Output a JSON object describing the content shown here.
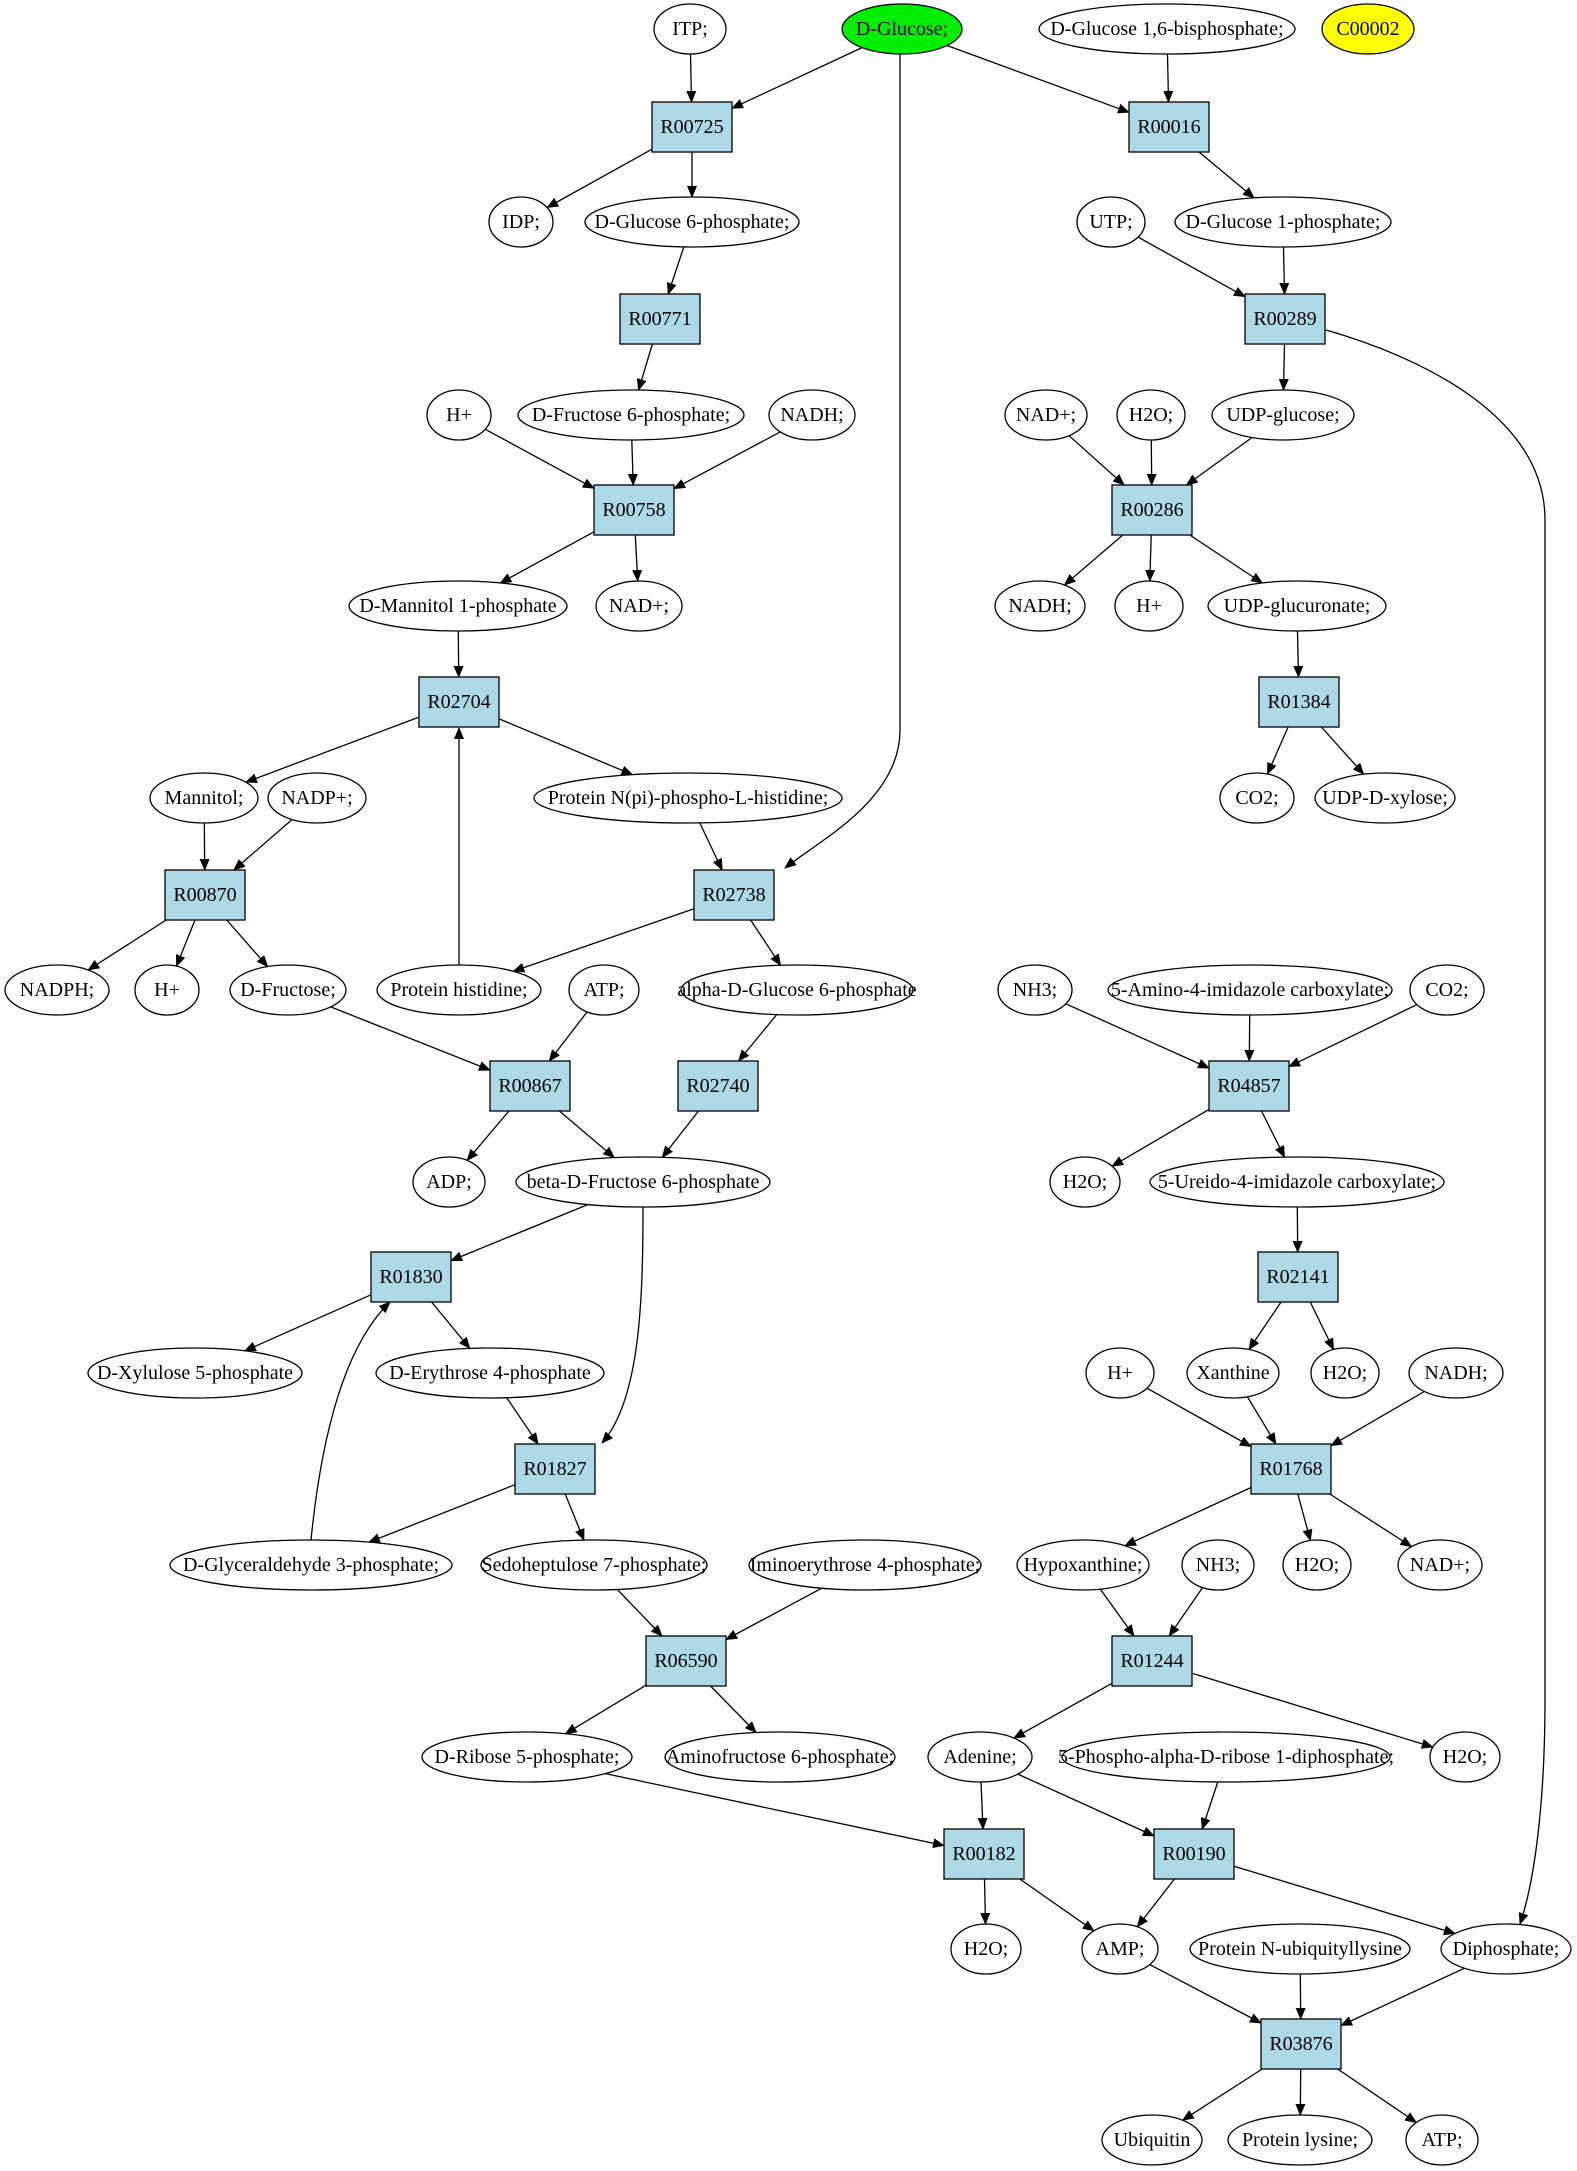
{
  "colors": {
    "compound": "#ffffff",
    "reaction": "#add8e6",
    "start": "#00ee00",
    "highlight": "#ffff00",
    "stroke": "#000000"
  },
  "nodes": [
    {
      "id": "itp",
      "label": "ITP;",
      "kind": "compound"
    },
    {
      "id": "dglucose",
      "label": "D-Glucose;",
      "kind": "start"
    },
    {
      "id": "dglc16bp",
      "label": "D-Glucose 1,6-bisphosphate;",
      "kind": "compound"
    },
    {
      "id": "c00002",
      "label": "C00002",
      "kind": "highlight"
    },
    {
      "id": "r00725",
      "label": "R00725",
      "kind": "reaction"
    },
    {
      "id": "r00016",
      "label": "R00016",
      "kind": "reaction"
    },
    {
      "id": "idp",
      "label": "IDP;",
      "kind": "compound"
    },
    {
      "id": "dglc6p",
      "label": "D-Glucose 6-phosphate;",
      "kind": "compound"
    },
    {
      "id": "utp",
      "label": "UTP;",
      "kind": "compound"
    },
    {
      "id": "dglc1p",
      "label": "D-Glucose 1-phosphate;",
      "kind": "compound"
    },
    {
      "id": "r00771",
      "label": "R00771",
      "kind": "reaction"
    },
    {
      "id": "r00289",
      "label": "R00289",
      "kind": "reaction"
    },
    {
      "id": "hplus1",
      "label": "H+",
      "kind": "compound"
    },
    {
      "id": "dfru6p",
      "label": "D-Fructose 6-phosphate;",
      "kind": "compound"
    },
    {
      "id": "nadh1",
      "label": "NADH;",
      "kind": "compound"
    },
    {
      "id": "nadp1",
      "label": "NAD+;",
      "kind": "compound"
    },
    {
      "id": "h2o1",
      "label": "H2O;",
      "kind": "compound"
    },
    {
      "id": "udpglc",
      "label": "UDP-glucose;",
      "kind": "compound"
    },
    {
      "id": "r00758",
      "label": "R00758",
      "kind": "reaction"
    },
    {
      "id": "r00286",
      "label": "R00286",
      "kind": "reaction"
    },
    {
      "id": "dman1p",
      "label": "D-Mannitol 1-phosphate",
      "kind": "compound"
    },
    {
      "id": "nadp2",
      "label": "NAD+;",
      "kind": "compound"
    },
    {
      "id": "nadh2",
      "label": "NADH;",
      "kind": "compound"
    },
    {
      "id": "hplus2",
      "label": "H+",
      "kind": "compound"
    },
    {
      "id": "udpglcu",
      "label": "UDP-glucuronate;",
      "kind": "compound"
    },
    {
      "id": "r02704",
      "label": "R02704",
      "kind": "reaction"
    },
    {
      "id": "r01384",
      "label": "R01384",
      "kind": "reaction"
    },
    {
      "id": "mannitol",
      "label": "Mannitol;",
      "kind": "compound"
    },
    {
      "id": "nadpplus",
      "label": "NADP+;",
      "kind": "compound"
    },
    {
      "id": "protnpi",
      "label": "Protein N(pi)-phospho-L-histidine;",
      "kind": "compound"
    },
    {
      "id": "co2a",
      "label": "CO2;",
      "kind": "compound"
    },
    {
      "id": "udpxyl",
      "label": "UDP-D-xylose;",
      "kind": "compound"
    },
    {
      "id": "r00870",
      "label": "R00870",
      "kind": "reaction"
    },
    {
      "id": "r02738",
      "label": "R02738",
      "kind": "reaction"
    },
    {
      "id": "nadph",
      "label": "NADPH;",
      "kind": "compound"
    },
    {
      "id": "hplus3",
      "label": "H+",
      "kind": "compound"
    },
    {
      "id": "dfru",
      "label": "D-Fructose;",
      "kind": "compound"
    },
    {
      "id": "prothis",
      "label": "Protein histidine;",
      "kind": "compound"
    },
    {
      "id": "atp1",
      "label": "ATP;",
      "kind": "compound"
    },
    {
      "id": "adglc6p",
      "label": "alpha-D-Glucose 6-phosphate",
      "kind": "compound"
    },
    {
      "id": "nh3a",
      "label": "NH3;",
      "kind": "compound"
    },
    {
      "id": "aica",
      "label": "5-Amino-4-imidazole carboxylate;",
      "kind": "compound"
    },
    {
      "id": "co2b",
      "label": "CO2;",
      "kind": "compound"
    },
    {
      "id": "r00867",
      "label": "R00867",
      "kind": "reaction"
    },
    {
      "id": "r02740",
      "label": "R02740",
      "kind": "reaction"
    },
    {
      "id": "r04857",
      "label": "R04857",
      "kind": "reaction"
    },
    {
      "id": "adp",
      "label": "ADP;",
      "kind": "compound"
    },
    {
      "id": "bdfru6p",
      "label": "beta-D-Fructose 6-phosphate",
      "kind": "compound"
    },
    {
      "id": "h2o2",
      "label": "H2O;",
      "kind": "compound"
    },
    {
      "id": "uica",
      "label": "5-Ureido-4-imidazole carboxylate;",
      "kind": "compound"
    },
    {
      "id": "r01830",
      "label": "R01830",
      "kind": "reaction"
    },
    {
      "id": "r02141",
      "label": "R02141",
      "kind": "reaction"
    },
    {
      "id": "dxyl5p",
      "label": "D-Xylulose 5-phosphate",
      "kind": "compound"
    },
    {
      "id": "dery4p",
      "label": "D-Erythrose 4-phosphate",
      "kind": "compound"
    },
    {
      "id": "hplus4",
      "label": "H+",
      "kind": "compound"
    },
    {
      "id": "xanthine",
      "label": "Xanthine",
      "kind": "compound"
    },
    {
      "id": "h2o3",
      "label": "H2O;",
      "kind": "compound"
    },
    {
      "id": "nadh3",
      "label": "NADH;",
      "kind": "compound"
    },
    {
      "id": "r01827",
      "label": "R01827",
      "kind": "reaction"
    },
    {
      "id": "r01768",
      "label": "R01768",
      "kind": "reaction"
    },
    {
      "id": "dgap",
      "label": "D-Glyceraldehyde 3-phosphate;",
      "kind": "compound"
    },
    {
      "id": "sed7p",
      "label": "Sedoheptulose 7-phosphate;",
      "kind": "compound"
    },
    {
      "id": "imery4p",
      "label": "Iminoerythrose 4-phosphate;",
      "kind": "compound"
    },
    {
      "id": "hypox",
      "label": "Hypoxanthine;",
      "kind": "compound"
    },
    {
      "id": "nh3b",
      "label": "NH3;",
      "kind": "compound"
    },
    {
      "id": "h2o4",
      "label": "H2O;",
      "kind": "compound"
    },
    {
      "id": "nadp3",
      "label": "NAD+;",
      "kind": "compound"
    },
    {
      "id": "r06590",
      "label": "R06590",
      "kind": "reaction"
    },
    {
      "id": "r01244",
      "label": "R01244",
      "kind": "reaction"
    },
    {
      "id": "drib5p",
      "label": "D-Ribose 5-phosphate;",
      "kind": "compound"
    },
    {
      "id": "aminofru6p",
      "label": "Aminofructose 6-phosphate;",
      "kind": "compound"
    },
    {
      "id": "adenine",
      "label": "Adenine;",
      "kind": "compound"
    },
    {
      "id": "prpp",
      "label": "5-Phospho-alpha-D-ribose 1-diphosphate;",
      "kind": "compound"
    },
    {
      "id": "h2o5",
      "label": "H2O;",
      "kind": "compound"
    },
    {
      "id": "r00182",
      "label": "R00182",
      "kind": "reaction"
    },
    {
      "id": "r00190",
      "label": "R00190",
      "kind": "reaction"
    },
    {
      "id": "h2o6",
      "label": "H2O;",
      "kind": "compound"
    },
    {
      "id": "amp",
      "label": "AMP;",
      "kind": "compound"
    },
    {
      "id": "protnub",
      "label": "Protein N-ubiquityllysine",
      "kind": "compound"
    },
    {
      "id": "diphos",
      "label": "Diphosphate;",
      "kind": "compound"
    },
    {
      "id": "r03876",
      "label": "R03876",
      "kind": "reaction"
    },
    {
      "id": "ubiquitin",
      "label": "Ubiquitin",
      "kind": "compound"
    },
    {
      "id": "protlys",
      "label": "Protein lysine;",
      "kind": "compound"
    },
    {
      "id": "atp2",
      "label": "ATP;",
      "kind": "compound"
    }
  ],
  "edges": [
    [
      "itp",
      "r00725"
    ],
    [
      "dglucose",
      "r00725"
    ],
    [
      "dglucose",
      "r00016"
    ],
    [
      "dglc16bp",
      "r00016"
    ],
    [
      "r00725",
      "idp"
    ],
    [
      "r00725",
      "dglc6p"
    ],
    [
      "r00016",
      "dglc1p"
    ],
    [
      "dglc6p",
      "r00771"
    ],
    [
      "utp",
      "r00289"
    ],
    [
      "dglc1p",
      "r00289"
    ],
    [
      "r00771",
      "dfru6p"
    ],
    [
      "r00289",
      "udpglc"
    ],
    [
      "r00289",
      "diphos"
    ],
    [
      "hplus1",
      "r00758"
    ],
    [
      "dfru6p",
      "r00758"
    ],
    [
      "nadh1",
      "r00758"
    ],
    [
      "nadp1",
      "r00286"
    ],
    [
      "h2o1",
      "r00286"
    ],
    [
      "udpglc",
      "r00286"
    ],
    [
      "r00758",
      "dman1p"
    ],
    [
      "r00758",
      "nadp2"
    ],
    [
      "r00286",
      "nadh2"
    ],
    [
      "r00286",
      "hplus2"
    ],
    [
      "r00286",
      "udpglcu"
    ],
    [
      "dman1p",
      "r02704"
    ],
    [
      "udpglcu",
      "r01384"
    ],
    [
      "r02704",
      "mannitol"
    ],
    [
      "r02704",
      "protnpi"
    ],
    [
      "prothis",
      "r02704"
    ],
    [
      "r01384",
      "co2a"
    ],
    [
      "r01384",
      "udpxyl"
    ],
    [
      "mannitol",
      "r00870"
    ],
    [
      "nadpplus",
      "r00870"
    ],
    [
      "protnpi",
      "r02738"
    ],
    [
      "dglucose",
      "r02738"
    ],
    [
      "r00870",
      "nadph"
    ],
    [
      "r00870",
      "hplus3"
    ],
    [
      "r00870",
      "dfru"
    ],
    [
      "r02738",
      "prothis"
    ],
    [
      "r02738",
      "adglc6p"
    ],
    [
      "nh3a",
      "r04857"
    ],
    [
      "aica",
      "r04857"
    ],
    [
      "co2b",
      "r04857"
    ],
    [
      "dfru",
      "r00867"
    ],
    [
      "atp1",
      "r00867"
    ],
    [
      "adglc6p",
      "r02740"
    ],
    [
      "r04857",
      "h2o2"
    ],
    [
      "r04857",
      "uica"
    ],
    [
      "r00867",
      "adp"
    ],
    [
      "r00867",
      "bdfru6p"
    ],
    [
      "r02740",
      "bdfru6p"
    ],
    [
      "uica",
      "r02141"
    ],
    [
      "bdfru6p",
      "r01830"
    ],
    [
      "bdfru6p",
      "r01827"
    ],
    [
      "r01830",
      "dxyl5p"
    ],
    [
      "r01830",
      "dery4p"
    ],
    [
      "dgap",
      "r01830"
    ],
    [
      "r02141",
      "xanthine"
    ],
    [
      "r02141",
      "h2o3"
    ],
    [
      "dery4p",
      "r01827"
    ],
    [
      "hplus4",
      "r01768"
    ],
    [
      "xanthine",
      "r01768"
    ],
    [
      "nadh3",
      "r01768"
    ],
    [
      "r01827",
      "dgap"
    ],
    [
      "r01827",
      "sed7p"
    ],
    [
      "sed7p",
      "r06590"
    ],
    [
      "imery4p",
      "r06590"
    ],
    [
      "r01768",
      "hypox"
    ],
    [
      "r01768",
      "h2o4"
    ],
    [
      "r01768",
      "nadp3"
    ],
    [
      "hypox",
      "r01244"
    ],
    [
      "nh3b",
      "r01244"
    ],
    [
      "r06590",
      "drib5p"
    ],
    [
      "r06590",
      "aminofru6p"
    ],
    [
      "r01244",
      "adenine"
    ],
    [
      "r01244",
      "h2o5"
    ],
    [
      "drib5p",
      "r00182"
    ],
    [
      "adenine",
      "r00182"
    ],
    [
      "adenine",
      "r00190"
    ],
    [
      "prpp",
      "r00190"
    ],
    [
      "r00182",
      "h2o6"
    ],
    [
      "r00182",
      "amp"
    ],
    [
      "r00190",
      "amp"
    ],
    [
      "r00190",
      "diphos"
    ],
    [
      "amp",
      "r03876"
    ],
    [
      "protnub",
      "r03876"
    ],
    [
      "diphos",
      "r03876"
    ],
    [
      "r03876",
      "ubiquitin"
    ],
    [
      "r03876",
      "protlys"
    ],
    [
      "r03876",
      "atp2"
    ]
  ]
}
